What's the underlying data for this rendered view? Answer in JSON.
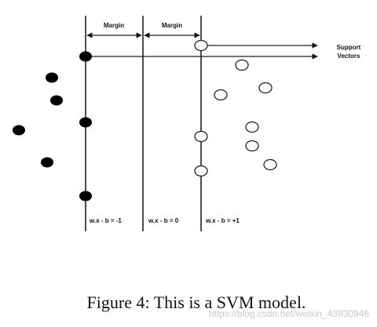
{
  "labels": {
    "margin_left": "Margin",
    "margin_right": "Margin",
    "support_line1": "Support",
    "support_line2": "Vectors",
    "eq_left": "w.x - b = -1",
    "eq_center": "w.x - b = 0",
    "eq_right": "w.x - b = +1"
  },
  "caption": "Figure 4: This is a SVM model.",
  "watermark": "https://blog.csdn.net/weixin_43930946",
  "colors": {
    "ink": "#111111",
    "watermark": "#c8c8c8"
  }
}
